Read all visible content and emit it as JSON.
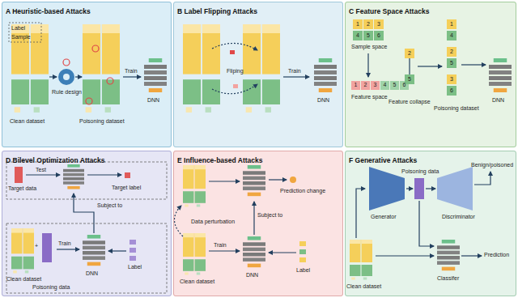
{
  "diagram": {
    "nodes": [
      {
        "text": [
          "A Heuristic-based Attacks"
        ]
      },
      {
        "text": [
          "B Label Flipping Attacks"
        ]
      },
      {
        "text": [
          "C Feature Space Attacks"
        ]
      },
      {
        "text": [
          "D Bilevel Optimization Attacks"
        ]
      },
      {
        "text": [
          "E Influence-based Attacks"
        ]
      },
      {
        "text": [
          "F Generative Attacks"
        ]
      }
    ],
    "labels": [
      "Label",
      "Sample",
      "Clean dataset",
      "Rule design",
      "Poisoning dataset",
      "Train",
      "DNN",
      "Fliping",
      "Train",
      "DNN",
      "Sample space",
      "1",
      "2",
      "3",
      "4",
      "5",
      "6",
      "Feature space",
      "1",
      "2",
      "3",
      "4",
      "5",
      "6",
      "2",
      "5",
      "Feature collapse",
      "1",
      "4",
      "2",
      "5",
      "3",
      "6",
      "Poisoning dataset",
      "DNN",
      "Target data",
      "Test",
      "Target label",
      "Subject to",
      "Clean dataset",
      "+",
      "Poisoning data",
      "Train",
      "DNN",
      "Label",
      "Data perturbation",
      "Prediction change",
      "Subject to",
      "Train",
      "Clean dataset",
      "DNN",
      "Label",
      "Generator",
      "Poisoning data",
      "Discriminator",
      "Benign/poisoned",
      "Prediction",
      "Classifer",
      "Clean dataset"
    ]
  }
}
